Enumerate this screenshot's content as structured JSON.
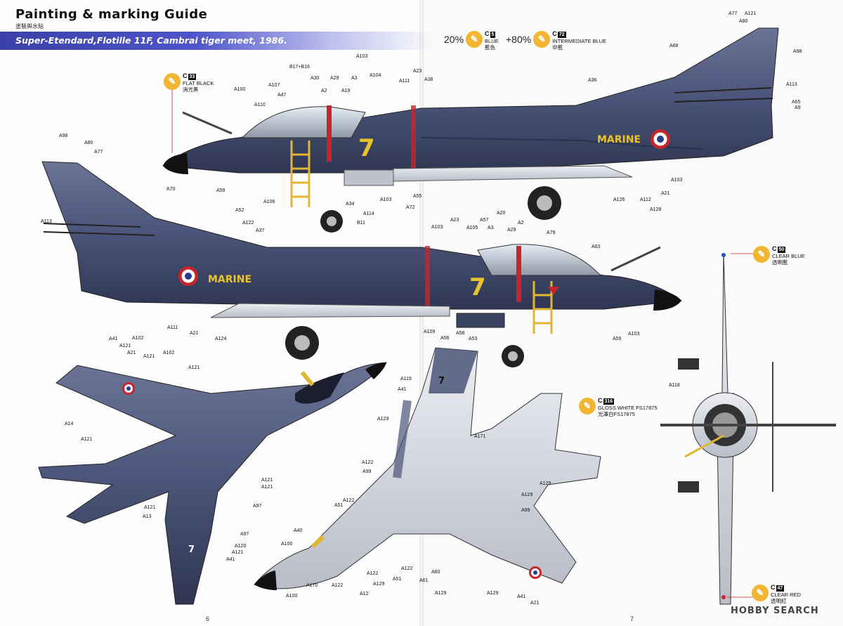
{
  "header": {
    "title": "Painting & marking Guide",
    "subtitle": "塗裝與水貼",
    "banner": "Super-Etendard,Flotille 11F, Cambrai tiger meet, 1986."
  },
  "paints": {
    "blue": {
      "percent": "20%",
      "code": "C",
      "num": "5",
      "name": "BLUE",
      "cn": "藍色"
    },
    "intermediate": {
      "percent": "+80%",
      "code": "C",
      "num": "72",
      "name": "INTERMEDIATE BLUE",
      "cn": "中藍"
    },
    "flat_black": {
      "code": "C",
      "num": "33",
      "name": "FLAT BLACK",
      "cn": "消光黑"
    },
    "clear_blue": {
      "code": "C",
      "num": "50",
      "name": "CLEAR BLUE",
      "cn": "透明藍"
    },
    "gloss_white": {
      "code": "C",
      "num": "316",
      "name": "GLOSS WHITE FS17875",
      "cn": "光澤白FS17875"
    },
    "clear_red": {
      "code": "C",
      "num": "47",
      "name": "CLEAR RED",
      "cn": "透明紅"
    }
  },
  "markings": {
    "fuselage_text": "MARINE",
    "tail_number": "7"
  },
  "callouts": {
    "side1": [
      "B17+B16",
      "A103",
      "A30",
      "A29",
      "A3",
      "A104",
      "A107",
      "A2",
      "A19",
      "A111",
      "A23",
      "A38",
      "A100",
      "A47",
      "A110",
      "A59",
      "A106",
      "A34",
      "A114",
      "B11",
      "A103",
      "A55",
      "A72",
      "A36",
      "A68",
      "A98",
      "A77",
      "A121",
      "A80",
      "A113",
      "A65",
      "A9",
      "A103",
      "A126",
      "A112",
      "A21",
      "A128"
    ],
    "side2": [
      "A98",
      "A80",
      "A77",
      "A70",
      "A113",
      "A52",
      "A122",
      "A37",
      "A111",
      "A21",
      "A124",
      "A103",
      "A23",
      "A105",
      "A57",
      "A3",
      "A20",
      "A2",
      "A29",
      "A79",
      "A63",
      "A109",
      "A56",
      "A58",
      "A53",
      "A59",
      "A103"
    ],
    "top": [
      "A41",
      "A121",
      "A21",
      "A102",
      "A121",
      "A102",
      "A121",
      "A14",
      "A121",
      "A121",
      "A121",
      "A97",
      "A121",
      "A13",
      "A97",
      "A120",
      "A121",
      "A41"
    ],
    "bottom": [
      "A119",
      "A41",
      "A129",
      "A171",
      "A122",
      "A99",
      "A129",
      "A122",
      "A51",
      "A129",
      "A99",
      "A40",
      "A100",
      "A100",
      "A170",
      "A122",
      "A12",
      "A122",
      "A129",
      "A51",
      "A61",
      "A60",
      "A122",
      "A129",
      "A129",
      "A41",
      "A21"
    ],
    "front": [
      "A118"
    ]
  },
  "pages": {
    "left": "6",
    "right": "7"
  },
  "watermark": "HOBBY SEARCH",
  "colors": {
    "aircraft_blue": "#4a5478",
    "aircraft_dark": "#353d5c",
    "banner": "#4348b8",
    "paint_bubble": "#f2b632",
    "underside": "#d3d5dc"
  }
}
